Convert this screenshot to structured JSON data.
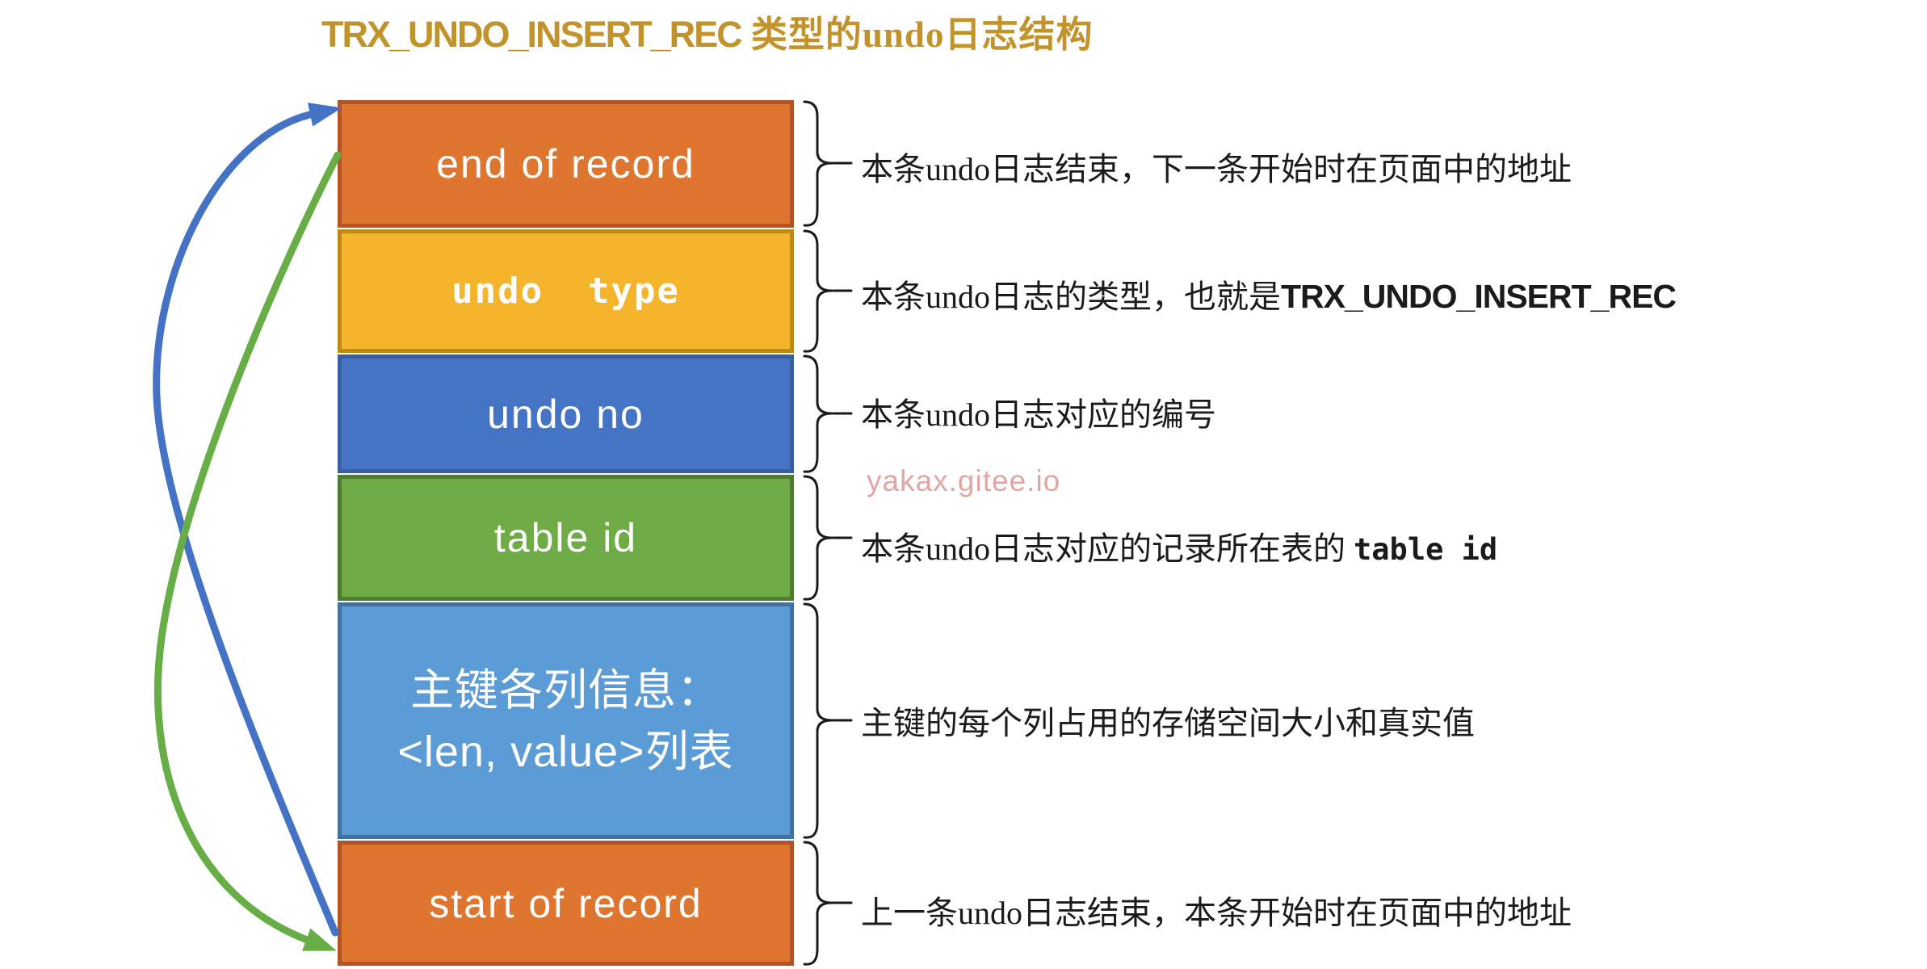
{
  "title": {
    "code": "TRX_UNDO_INSERT_REC",
    "rest": " 类型的undo日志结构",
    "color": "#C3932B"
  },
  "watermark": {
    "text": "yakax.gitee.io",
    "color": "#E2A6A4"
  },
  "diagram": {
    "boxes": [
      {
        "id": "end-of-record",
        "label": "end of record",
        "fill": "#DE7630",
        "border": "#B25425",
        "text_color": "#FFFFFF"
      },
      {
        "id": "undo-type",
        "label": "undo type",
        "fill": "#F4B42C",
        "border": "#BD8B13",
        "text_color": "#FFFFFF"
      },
      {
        "id": "undo-no",
        "label": "undo no",
        "fill": "#4674C4",
        "border": "#3A5FA0",
        "text_color": "#FFFFFF"
      },
      {
        "id": "table-id",
        "label": "table id",
        "fill": "#6FAC48",
        "border": "#4E7A31",
        "text_color": "#FFFFFF"
      },
      {
        "id": "pk-columns",
        "label_lines": [
          "主键各列信息：",
          "<len, value>列表"
        ],
        "fill": "#5C9CD6",
        "border": "#41719C",
        "text_color": "#FFFFFF"
      },
      {
        "id": "start-of-record",
        "label": "start of record",
        "fill": "#DE7630",
        "border": "#B25425",
        "text_color": "#FFFFFF"
      }
    ],
    "arrows": {
      "next_record_pointer": {
        "color": "#4472C4"
      },
      "prev_record_pointer": {
        "color": "#68AE46"
      }
    },
    "brace_color": "#1A1A1A"
  },
  "annotations": [
    {
      "pre": "本条undo日志结束，下一条开始时在页面中的地址",
      "code": "",
      "post": ""
    },
    {
      "pre": "本条undo日志的类型，也就是",
      "code": "TRX_UNDO_INSERT_REC",
      "post": ""
    },
    {
      "pre": "本条undo日志对应的编号",
      "code": "",
      "post": ""
    },
    {
      "pre": "本条undo日志对应的记录所在表的 ",
      "code": "table id",
      "post": ""
    },
    {
      "pre": "主键的每个列占用的存储空间大小和真实值",
      "code": "",
      "post": ""
    },
    {
      "pre": "上一条undo日志结束，本条开始时在页面中的地址",
      "code": "",
      "post": ""
    }
  ]
}
